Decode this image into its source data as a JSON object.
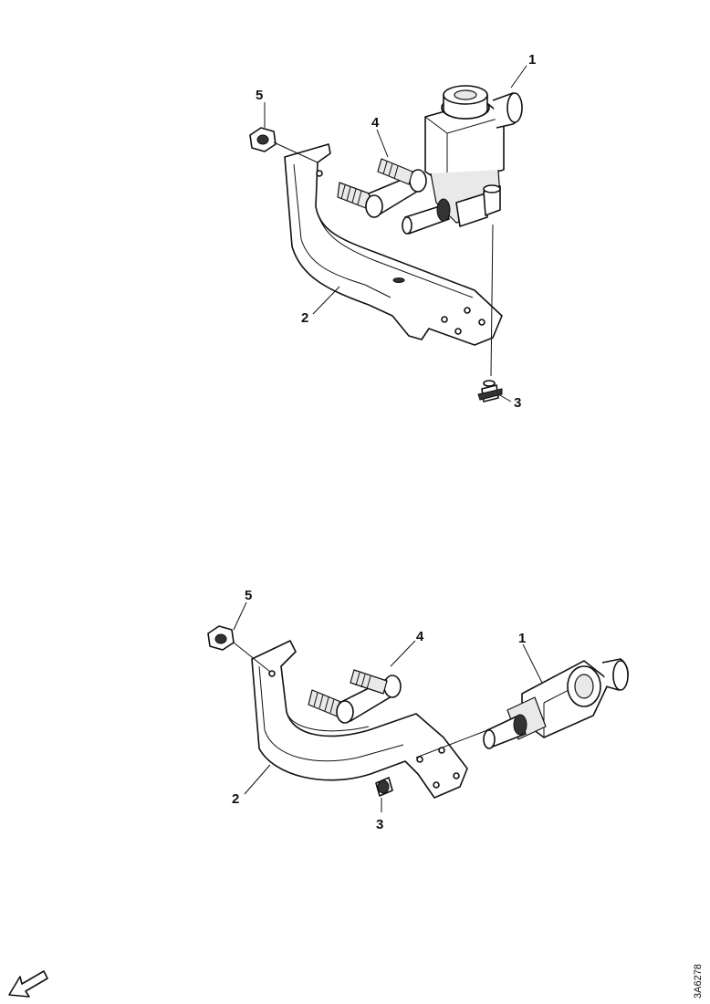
{
  "views": [
    {
      "callouts": [
        {
          "id": "1",
          "text": "1"
        },
        {
          "id": "2",
          "text": "2"
        },
        {
          "id": "3",
          "text": "3"
        },
        {
          "id": "4",
          "text": "4"
        },
        {
          "id": "5",
          "text": "5"
        }
      ]
    },
    {
      "callouts": [
        {
          "id": "1",
          "text": "1"
        },
        {
          "id": "2",
          "text": "2"
        },
        {
          "id": "3",
          "text": "3"
        },
        {
          "id": "4",
          "text": "4"
        },
        {
          "id": "5",
          "text": "5"
        }
      ]
    }
  ],
  "reference_code": "3A6278",
  "icons": {
    "direction": "arrow-forward-icon"
  }
}
